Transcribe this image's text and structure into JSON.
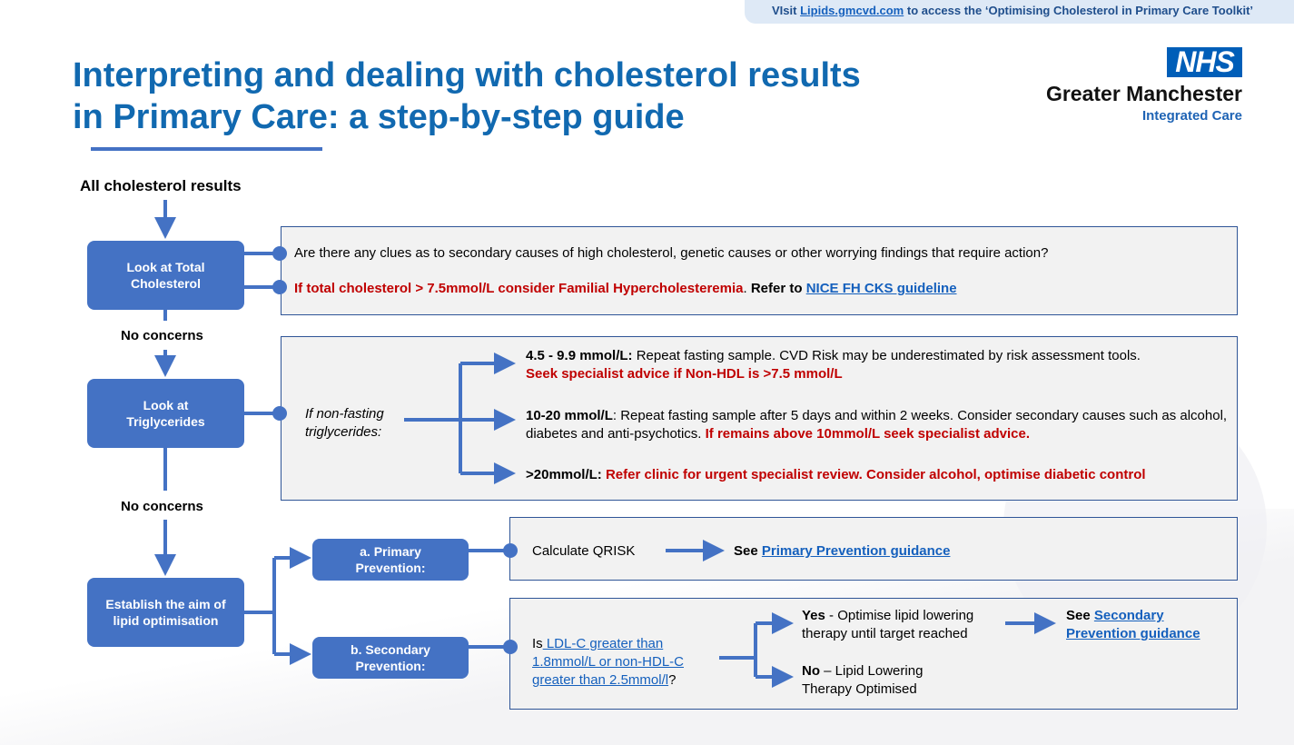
{
  "banner": {
    "prefix": "VIsit",
    "link": "Lipids.gmcvd.com",
    "suffix": "to access the ‘Optimising Cholesterol in Primary Care Toolkit’"
  },
  "title": {
    "line1": "Interpreting and dealing with cholesterol results",
    "line2": "in Primary Care: a step-by-step guide"
  },
  "logo": {
    "nhs": "NHS",
    "org": "Greater Manchester",
    "sub": "Integrated Care"
  },
  "start": "All cholesterol results",
  "no_concerns": "No concerns",
  "steps": {
    "total": "Look at Total Cholesterol",
    "trig": "Look at Triglycerides",
    "aim": "Establish the aim of lipid optimisation",
    "primary": "a. Primary Prevention:",
    "secondary": "b. Secondary Prevention:"
  },
  "panel1": {
    "q": "Are there any clues as to secondary causes of high cholesterol, genetic causes or other worrying findings that require action?",
    "red": "If total cholesterol > 7.5mmol/L consider Familial Hypercholesteremia",
    "refer": "Refer to",
    "link": "NICE FH CKS guideline"
  },
  "panel2": {
    "label": "If non-fasting triglycerides:",
    "r1": {
      "range": "4.5 - 9.9 mmol/L:",
      "text": "Repeat fasting sample. CVD Risk may be underestimated by risk assessment tools.",
      "red": "Seek specialist advice if Non-HDL is >7.5 mmol/L"
    },
    "r2": {
      "range": "10-20 mmol/L",
      "text": ": Repeat fasting sample after 5 days and within 2 weeks. Consider secondary causes such as alcohol, diabetes and anti-psychotics.",
      "red": "If remains above 10mmol/L seek specialist advice."
    },
    "r3": {
      "range": ">20mmol/L:",
      "red": "Refer clinic for urgent specialist review. Consider alcohol, optimise diabetic control"
    }
  },
  "panel3": {
    "calc": "Calculate QRISK",
    "see": "See",
    "link": "Primary Prevention guidance"
  },
  "panel4": {
    "is": "Is",
    "link": " LDL-C greater than 1.8mmol/L or non-HDL-C greater than 2.5mmol/l",
    "q": "?",
    "yes": "Yes",
    "yes_text": " - Optimise lipid lowering therapy until target reached",
    "see": "See",
    "link2": "Secondary Prevention guidance",
    "no": "No",
    "no_text": " – Lipid Lowering Therapy Optimised"
  }
}
